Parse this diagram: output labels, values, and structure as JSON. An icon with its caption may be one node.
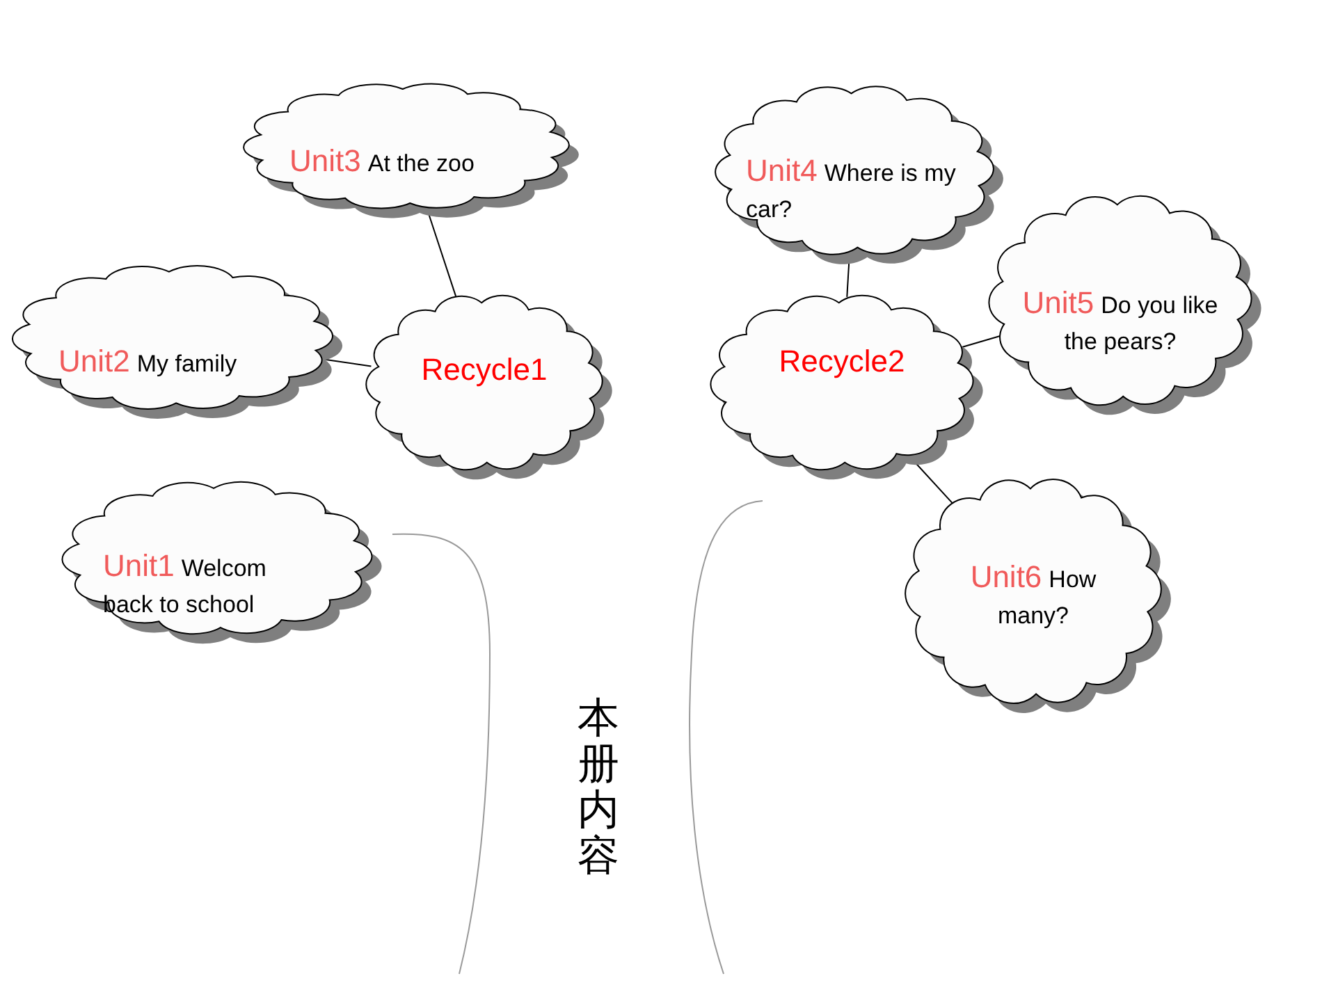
{
  "diagram": {
    "nodes": [
      {
        "text": [
          "Unit3",
          "At the zoo"
        ]
      },
      {
        "text": [
          "Unit4",
          "Where is my car?"
        ]
      },
      {
        "text": [
          "Unit2",
          "My family"
        ]
      },
      {
        "text": [
          "Unit5",
          "Do you like the pears?"
        ]
      },
      {
        "text": [
          "Recycle1"
        ]
      },
      {
        "text": [
          "Recycle2"
        ]
      },
      {
        "text": [
          "Unit1",
          "Welcom back to school"
        ]
      },
      {
        "text": [
          "Unit6",
          "How many?"
        ]
      }
    ],
    "edges": [
      {
        "from": 0,
        "to": 4,
        "arrow": "none"
      },
      {
        "from": 2,
        "to": 4,
        "arrow": "none"
      },
      {
        "from": 1,
        "to": 5,
        "arrow": "none"
      },
      {
        "from": 3,
        "to": 5,
        "arrow": "none"
      },
      {
        "from": 7,
        "to": 5,
        "arrow": "none"
      }
    ],
    "labels": [
      "本册内容"
    ]
  }
}
